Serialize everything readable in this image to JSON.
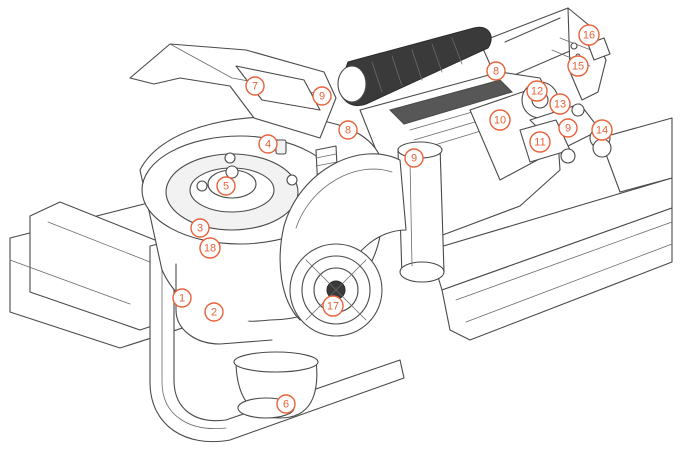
{
  "diagram": {
    "callout_color": "#e8623a",
    "callouts": [
      {
        "id": "c1",
        "label": "1"
      },
      {
        "id": "c2",
        "label": "2"
      },
      {
        "id": "c3",
        "label": "3"
      },
      {
        "id": "c4",
        "label": "4"
      },
      {
        "id": "c5",
        "label": "5"
      },
      {
        "id": "c6",
        "label": "6"
      },
      {
        "id": "c7",
        "label": "7"
      },
      {
        "id": "c8a",
        "label": "8"
      },
      {
        "id": "c8b",
        "label": "8"
      },
      {
        "id": "c9a",
        "label": "9"
      },
      {
        "id": "c9b",
        "label": "9"
      },
      {
        "id": "c9c",
        "label": "9"
      },
      {
        "id": "c10",
        "label": "10"
      },
      {
        "id": "c11",
        "label": "11"
      },
      {
        "id": "c12",
        "label": "12"
      },
      {
        "id": "c13",
        "label": "13"
      },
      {
        "id": "c14",
        "label": "14"
      },
      {
        "id": "c15",
        "label": "15"
      },
      {
        "id": "c16",
        "label": "16"
      },
      {
        "id": "c17",
        "label": "17"
      },
      {
        "id": "c18",
        "label": "18"
      }
    ]
  }
}
